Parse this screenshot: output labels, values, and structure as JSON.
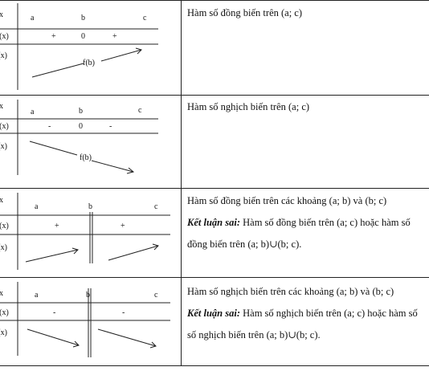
{
  "rows": [
    {
      "table": {
        "x_label": "x",
        "xvals": [
          "a",
          "b",
          "c"
        ],
        "deriv_label": "f'(x)",
        "deriv_values": [
          "+",
          "0",
          "+"
        ],
        "f_label": "f(x)",
        "mid_value": "f(b)",
        "trend": "increasing",
        "double_bar": false
      },
      "text": {
        "line1": "Hàm số đồng biến trên (a; c)"
      }
    },
    {
      "table": {
        "x_label": "x",
        "xvals": [
          "a",
          "b",
          "c"
        ],
        "deriv_label": "f'(x)",
        "deriv_values": [
          "-",
          "0",
          "-"
        ],
        "f_label": "f(x)",
        "mid_value": "f(b)",
        "trend": "decreasing",
        "double_bar": false
      },
      "text": {
        "line1": "Hàm số nghịch biến trên (a; c)"
      }
    },
    {
      "table": {
        "x_label": "x",
        "xvals": [
          "a",
          "b",
          "c"
        ],
        "deriv_label": "f'(x)",
        "deriv_values": [
          "+",
          "+"
        ],
        "f_label": "f(x)",
        "trend": "increasing",
        "double_bar": true
      },
      "text": {
        "line1": "Hàm số đồng biến trên các  khoảng (a; b)  và (b; c)",
        "bold_label": "Kết luận sai:",
        "line2": " Hàm số đồng biến trên (a; c) hoặc hàm số",
        "line3": "đồng biến trên (a; b)∪(b; c)."
      }
    },
    {
      "table": {
        "x_label": "x",
        "xvals": [
          "a",
          "b",
          "c"
        ],
        "deriv_label": "f'(x)",
        "deriv_values": [
          "-",
          "-"
        ],
        "f_label": "f(x)",
        "trend": "decreasing",
        "double_bar": true
      },
      "text": {
        "line1": "Hàm số nghịch biến trên các khoảng (a; b)  và (b; c)",
        "bold_label": "Kết luận sai:",
        "line2": " Hàm số nghịch biến trên (a; c) hoặc hàm số",
        "line3": "số nghịch biến trên (a; b)∪(b; c)."
      }
    }
  ]
}
